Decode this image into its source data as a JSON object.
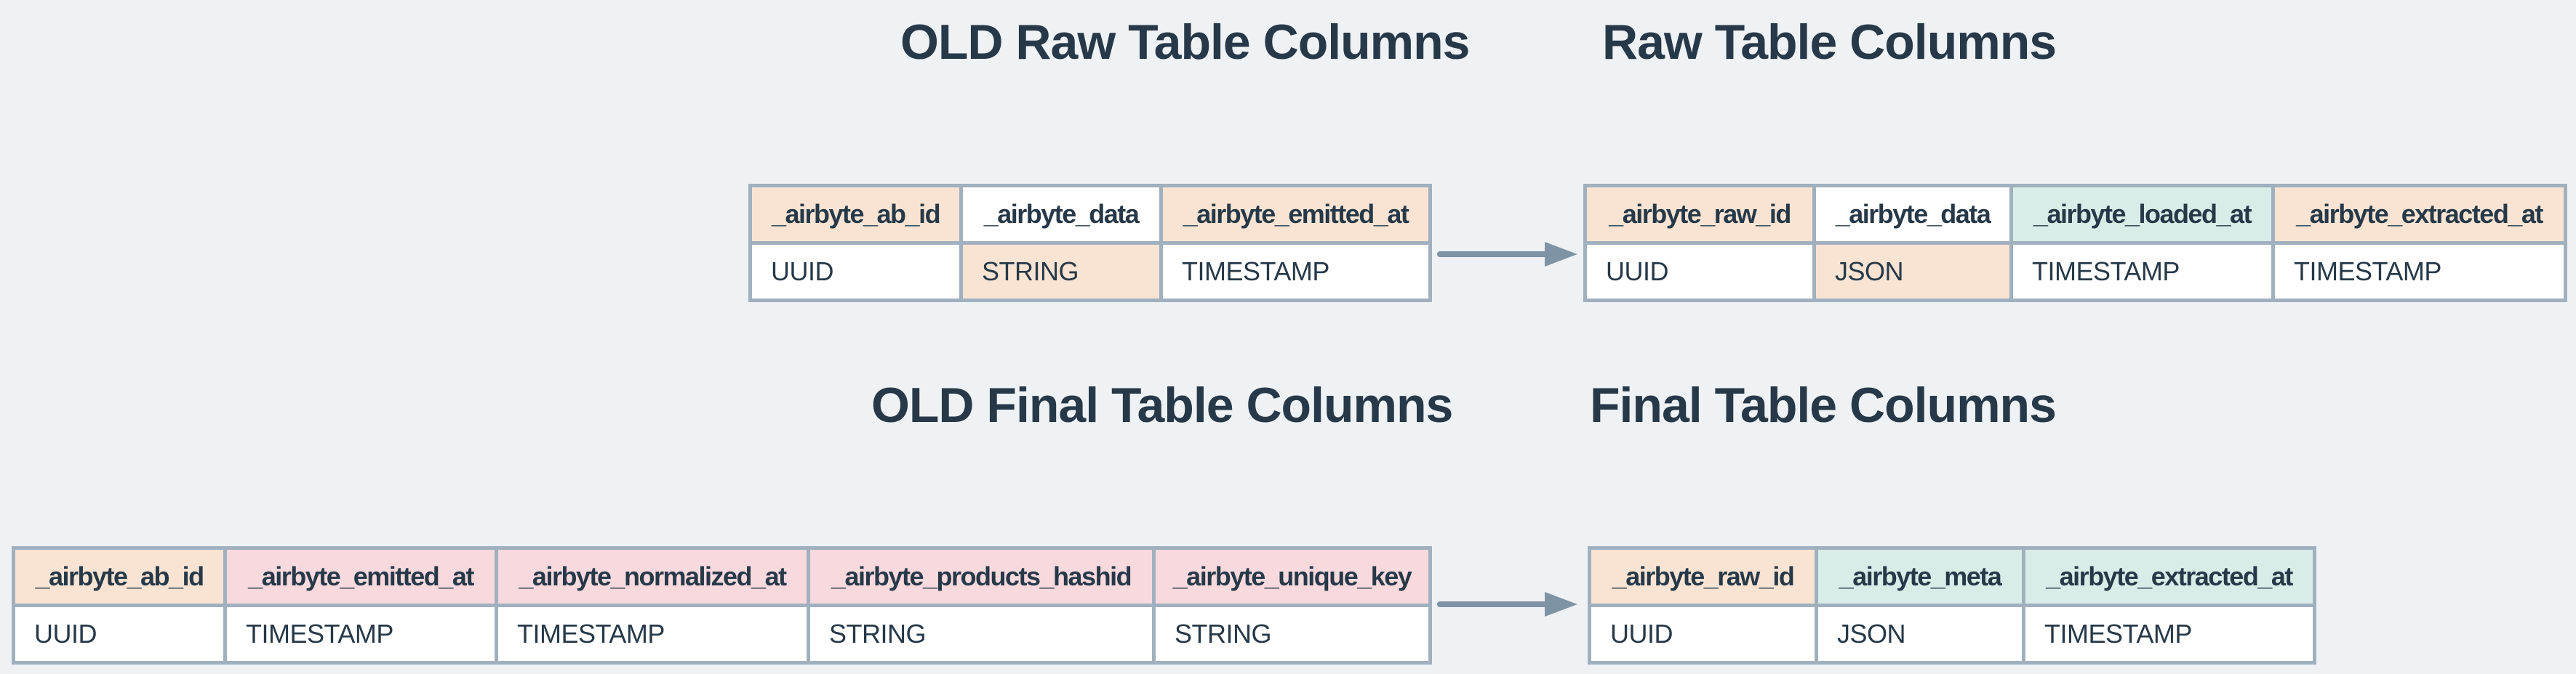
{
  "diagram": {
    "description_note": "Schema comparison diagram of Airbyte raw/final table columns, old vs new"
  },
  "colors": {
    "bg": "#eef2f5",
    "border": "#a0b0be",
    "text": "#273948",
    "arrow": "#7e93a4",
    "peach": "#f9e4d4",
    "pink": "#f7d9de",
    "teal": "#d9ece8",
    "white": "#ffffff"
  },
  "titles": {
    "old_raw": "OLD Raw Table Columns",
    "raw": "Raw Table Columns",
    "old_final": "OLD Final Table Columns",
    "final": "Final Table Columns"
  },
  "icons": {
    "raw_arrow": "arrow-right",
    "final_arrow": "arrow-right"
  },
  "tables": {
    "old_raw": {
      "columns": [
        {
          "name": "_airbyte_ab_id",
          "name_bg": "peach",
          "type": "UUID",
          "type_bg": "white"
        },
        {
          "name": "_airbyte_data",
          "name_bg": "white",
          "type": "STRING",
          "type_bg": "peach"
        },
        {
          "name": "_airbyte_emitted_at",
          "name_bg": "peach",
          "type": "TIMESTAMP",
          "type_bg": "white"
        }
      ]
    },
    "raw": {
      "columns": [
        {
          "name": "_airbyte_raw_id",
          "name_bg": "peach",
          "type": "UUID",
          "type_bg": "white"
        },
        {
          "name": "_airbyte_data",
          "name_bg": "white",
          "type": "JSON",
          "type_bg": "peach"
        },
        {
          "name": "_airbyte_loaded_at",
          "name_bg": "teal",
          "type": "TIMESTAMP",
          "type_bg": "white"
        },
        {
          "name": "_airbyte_extracted_at",
          "name_bg": "peach",
          "type": "TIMESTAMP",
          "type_bg": "white"
        }
      ]
    },
    "old_final": {
      "columns": [
        {
          "name": "_airbyte_ab_id",
          "name_bg": "peach",
          "type": "UUID",
          "type_bg": "white"
        },
        {
          "name": "_airbyte_emitted_at",
          "name_bg": "pink",
          "type": "TIMESTAMP",
          "type_bg": "white"
        },
        {
          "name": "_airbyte_normalized_at",
          "name_bg": "pink",
          "type": "TIMESTAMP",
          "type_bg": "white"
        },
        {
          "name": "_airbyte_products_hashid",
          "name_bg": "pink",
          "type": "STRING",
          "type_bg": "white"
        },
        {
          "name": "_airbyte_unique_key",
          "name_bg": "pink",
          "type": "STRING",
          "type_bg": "white"
        }
      ]
    },
    "final": {
      "columns": [
        {
          "name": "_airbyte_raw_id",
          "name_bg": "peach",
          "type": "UUID",
          "type_bg": "white"
        },
        {
          "name": "_airbyte_meta",
          "name_bg": "teal",
          "type": "JSON",
          "type_bg": "white"
        },
        {
          "name": "_airbyte_extracted_at",
          "name_bg": "teal",
          "type": "TIMESTAMP",
          "type_bg": "white"
        }
      ]
    }
  }
}
